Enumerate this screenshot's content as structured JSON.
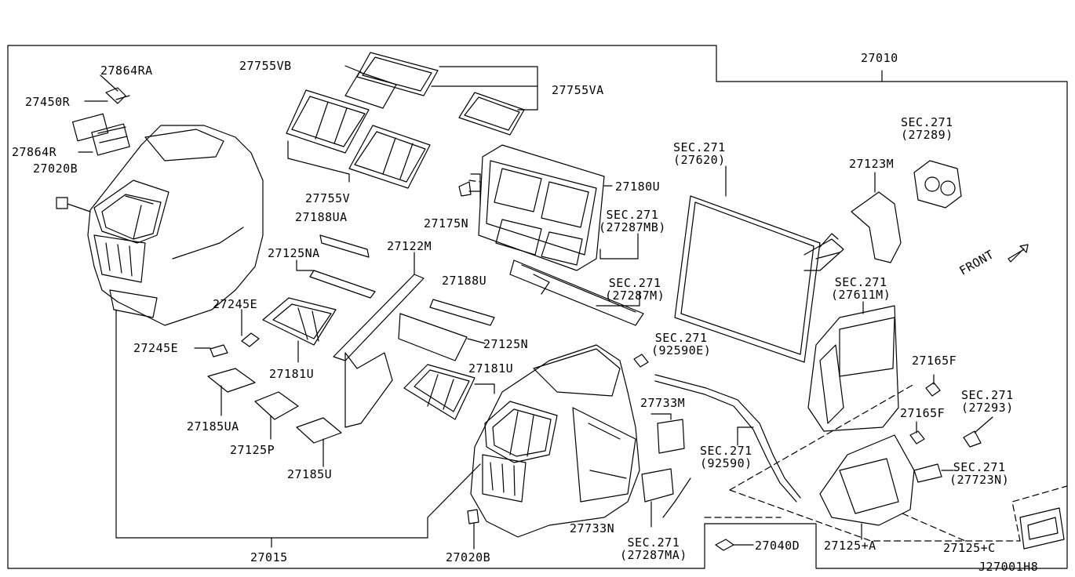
{
  "diagram_id": "J27001H8",
  "front_label": "FRONT",
  "labels": {
    "p27864RA": "27864RA",
    "p27450R": "27450R",
    "p27864R": "27864R",
    "p27020B_top": "27020B",
    "p27755VB": "27755VB",
    "p27755VA": "27755VA",
    "p27755V": "27755V",
    "p27188UA": "27188UA",
    "p27125NA": "27125NA",
    "p27122M": "27122M",
    "p27175N": "27175N",
    "p27180U": "27180U",
    "p27188U": "27188U",
    "p27245E_a": "27245E",
    "p27245E_b": "27245E",
    "p27181U_a": "27181U",
    "p27181U_b": "27181U",
    "p27125N": "27125N",
    "p27185UA": "27185UA",
    "p27125P": "27125P",
    "p27185U": "27185U",
    "p27015": "27015",
    "p27020B_bottom": "27020B",
    "p27733M": "27733M",
    "p27733N": "27733N",
    "p27010": "27010",
    "p27123M": "27123M",
    "p27165F_a": "27165F",
    "p27165F_b": "27165F",
    "p27040D": "27040D",
    "p27125A": "27125+A",
    "p27125C": "27125+C"
  },
  "sections": {
    "s27289": {
      "sec": "SEC.271",
      "ref": "(27289)"
    },
    "s27620": {
      "sec": "SEC.271",
      "ref": "(27620)"
    },
    "s27287MB": {
      "sec": "SEC.271",
      "ref": "(27287MB)"
    },
    "s27287M": {
      "sec": "SEC.271",
      "ref": "(27287M)"
    },
    "s27611M": {
      "sec": "SEC.271",
      "ref": "(27611M)"
    },
    "s92590E": {
      "sec": "SEC.271",
      "ref": "(92590E)"
    },
    "s92590": {
      "sec": "SEC.271",
      "ref": "(92590)"
    },
    "s27293": {
      "sec": "SEC.271",
      "ref": "(27293)"
    },
    "s27723N": {
      "sec": "SEC.271",
      "ref": "(27723N)"
    },
    "s27287MA": {
      "sec": "SEC.271",
      "ref": "(27287MA)"
    }
  }
}
